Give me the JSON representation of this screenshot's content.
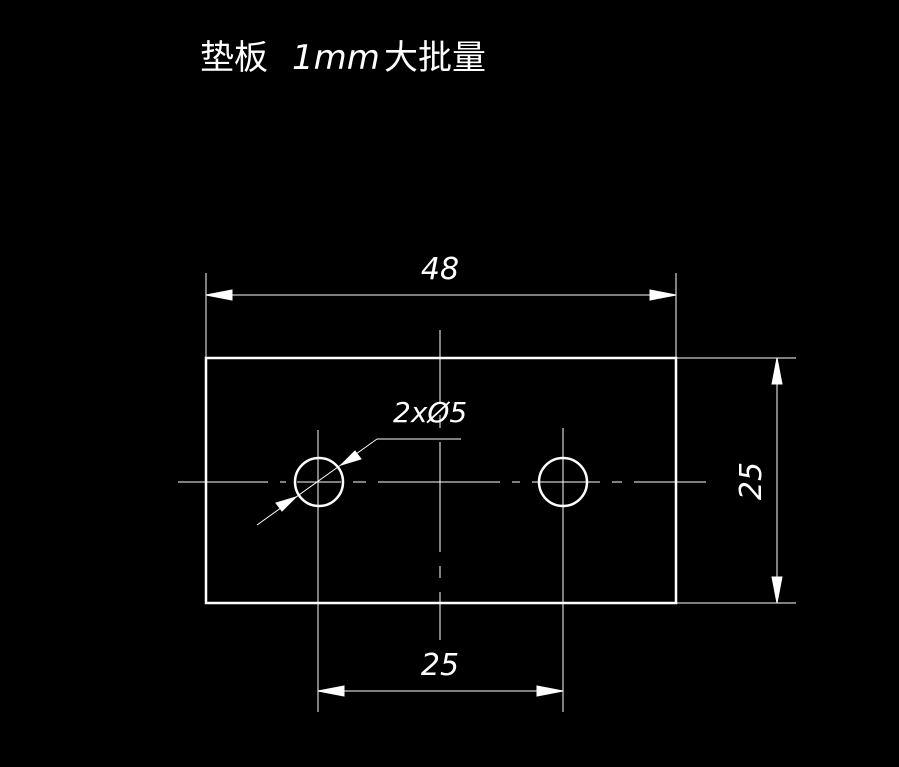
{
  "drawing": {
    "title": {
      "part_name": "垫板",
      "thickness": "1mm",
      "quantity": "大批量"
    },
    "dimensions": {
      "width": "48",
      "height": "25",
      "hole_spacing": "25",
      "hole_note": "2xØ5"
    },
    "colors": {
      "background": "#000000",
      "lines": "#ffffff"
    }
  }
}
